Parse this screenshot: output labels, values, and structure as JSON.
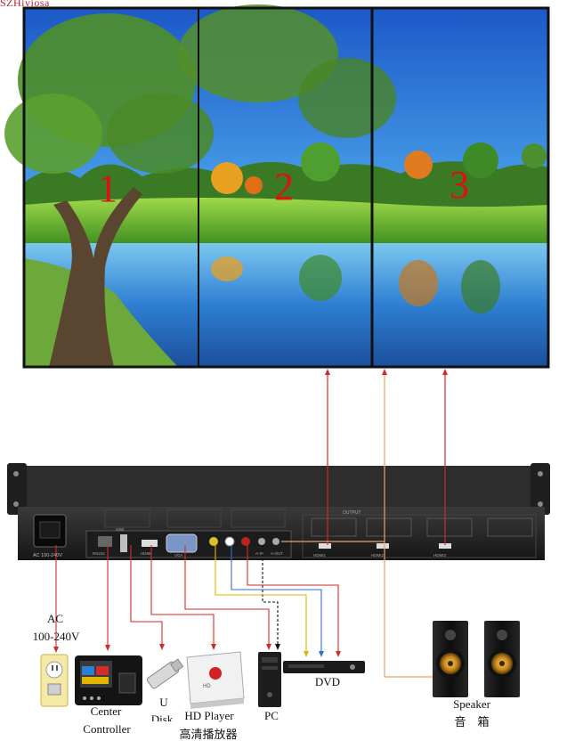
{
  "watermark": "SZHiviosa",
  "screens": [
    {
      "number": "1"
    },
    {
      "number": "2"
    },
    {
      "number": "3"
    }
  ],
  "device": {
    "power_label": "AC 100-240V",
    "ports": [
      "RS232",
      "USB",
      "HDMI",
      "VGA",
      "A-IN",
      "A-OUT"
    ],
    "output_group_label": "OUTPUT",
    "outputs": [
      "HDMI1",
      "HDMI2",
      "HDMI3"
    ]
  },
  "peripherals": {
    "ac_title": "AC",
    "ac_voltage": "100-240V",
    "center_line1": "Center",
    "center_line2": "Controller",
    "udisk_line1": "U",
    "udisk_line2": "Disk",
    "hdplayer_line1": "HD Player",
    "hdplayer_line2": "高清播放器",
    "pc": "PC",
    "dvd": "DVD",
    "speaker_line1": "Speaker",
    "speaker_line2": "音　箱"
  },
  "colors": {
    "red_wire": "#d22a2a",
    "yellow_wire": "#e0b400",
    "blue_wire": "#2f6fd0",
    "orange_wire": "#f0a060"
  }
}
